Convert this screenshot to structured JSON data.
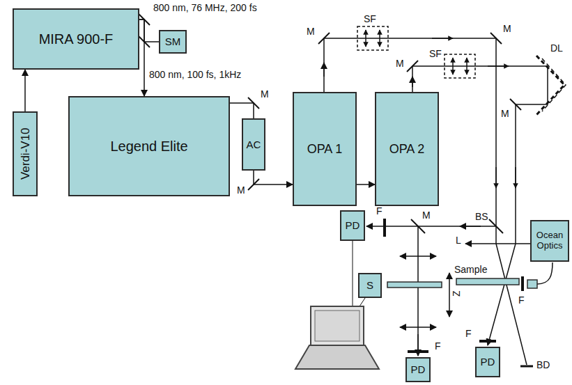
{
  "diagram": {
    "nodes": [
      {
        "text": [
          "MIRA 900-F"
        ]
      },
      {
        "text": [
          "SM"
        ]
      },
      {
        "text": [
          "Verdi-V10"
        ]
      },
      {
        "text": [
          "Legend Elite"
        ]
      },
      {
        "text": [
          "AC"
        ]
      },
      {
        "text": [
          "OPA 1"
        ]
      },
      {
        "text": [
          "OPA 2"
        ]
      },
      {
        "text": [
          "PD"
        ]
      },
      {
        "text": [
          "S"
        ]
      },
      {
        "text": [
          "Ocean Optics"
        ]
      },
      {
        "text": [
          "PD"
        ]
      },
      {
        "text": [
          "PD"
        ]
      }
    ],
    "edges": [
      {
        "from": 2,
        "to": 0,
        "arrow": "to"
      },
      {
        "from": 0,
        "to": 3,
        "arrow": "to"
      },
      {
        "from": 0,
        "to": 1,
        "arrow": "none"
      },
      {
        "from": 3,
        "to": 4,
        "arrow": "none"
      },
      {
        "from": 4,
        "to": 5,
        "arrow": "to"
      },
      {
        "from": 5,
        "to": 6,
        "arrow": "to"
      }
    ],
    "labels": [
      "800 nm, 76 MHz, 200 fs",
      "800 nm, 100 fs, 1kHz",
      "M",
      "M",
      "M",
      "SF",
      "M",
      "M",
      "SF",
      "DL",
      "M",
      "BS",
      "M",
      "F",
      "L",
      "Sample",
      "F",
      "Z",
      "F",
      "F",
      "BD"
    ]
  }
}
